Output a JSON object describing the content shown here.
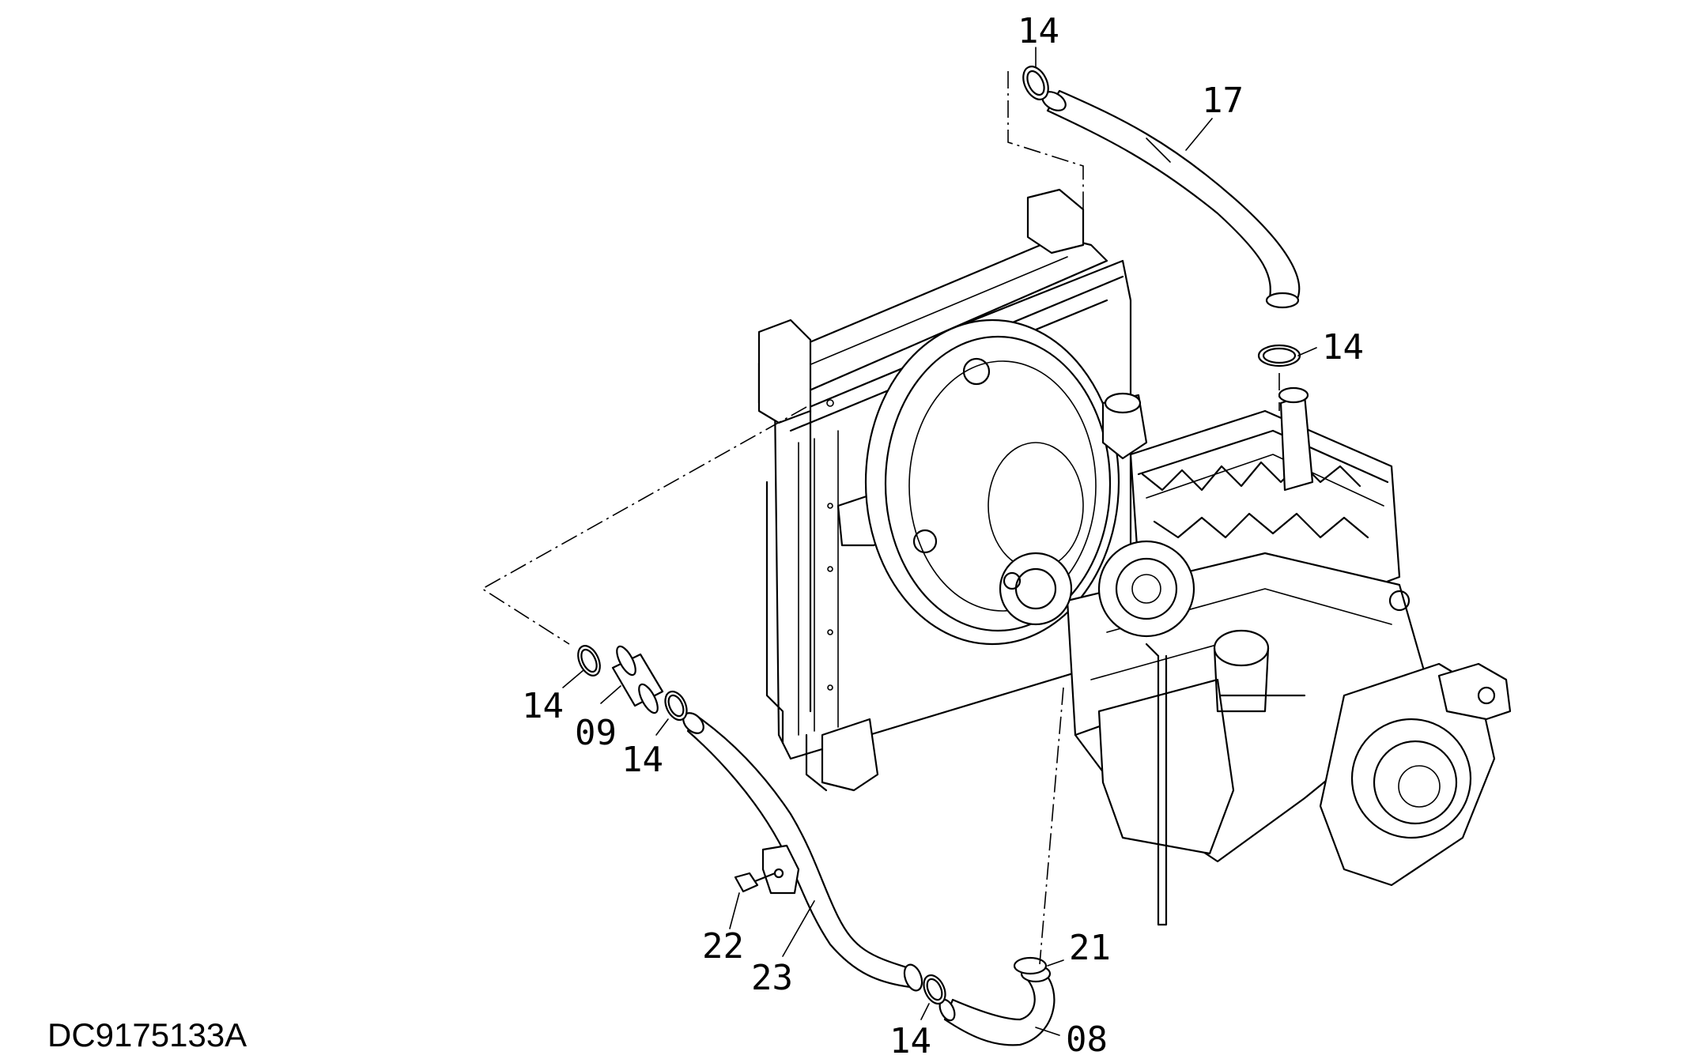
{
  "drawing_id": "DC9175133A",
  "callouts": {
    "c14_top": "14",
    "c17": "17",
    "c14_upper_right": "14",
    "c14_left": "14",
    "c09": "09",
    "c14_mid": "14",
    "c22": "22",
    "c23": "23",
    "c14_bottom": "14",
    "c08": "08",
    "c21": "21"
  }
}
